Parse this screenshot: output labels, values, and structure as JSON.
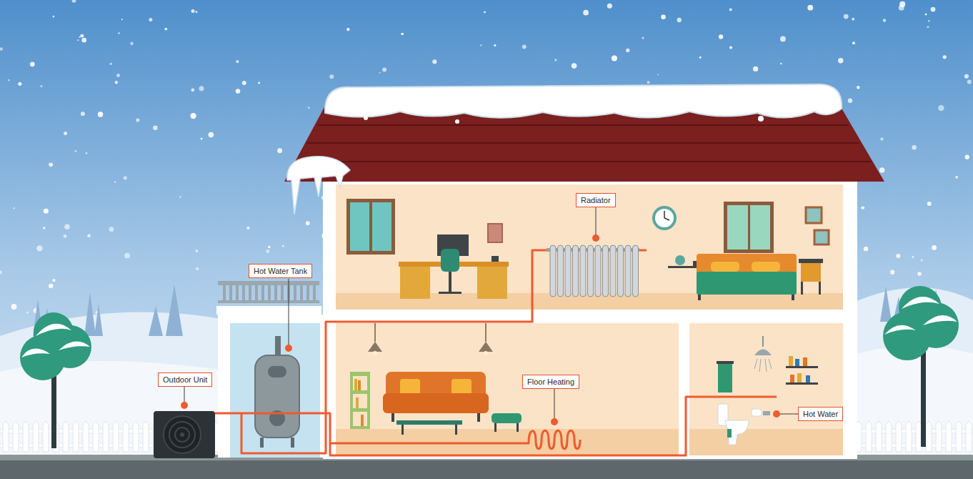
{
  "diagram": {
    "nodes": [
      {
        "text": [
          "Radiator"
        ]
      },
      {
        "text": [
          "Hot Water Tank"
        ]
      },
      {
        "text": [
          "Outdoor Unit"
        ]
      },
      {
        "text": [
          "Floor Heating"
        ]
      },
      {
        "text": [
          "Hot Water"
        ]
      }
    ]
  }
}
